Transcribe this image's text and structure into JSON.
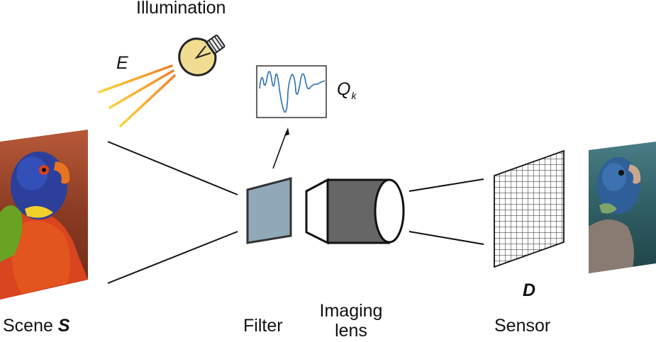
{
  "labels": {
    "illumination": "Illumination",
    "energy_symbol": "E",
    "response_symbol": "Q",
    "response_subscript": "k",
    "scene_word": "Scene",
    "scene_symbol": "S",
    "filter": "Filter",
    "imaging_line1": "Imaging",
    "imaging_line2": "lens",
    "sensor": "Sensor",
    "data_symbol": "D"
  },
  "colors": {
    "filter_fill": "#8fa9b9",
    "lens_body": "#666666",
    "bulb": "#f1dd91",
    "ray_start": "#fcd53c",
    "ray_end": "#ee7f2a",
    "response_curve": "#2a6fb5"
  }
}
